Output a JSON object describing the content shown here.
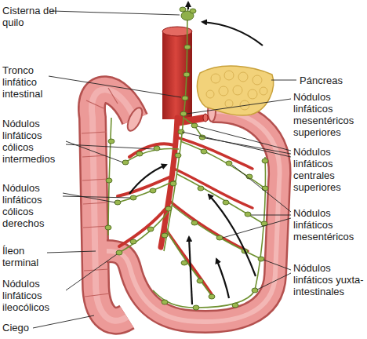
{
  "diagram": {
    "labels": [
      "Cisterna del quilo",
      "Tronco linfático intestinal",
      "Páncreas",
      "Nódulos linfáticos mesentéricos superiores",
      "Nódulos linfáticos cólicos intermedios",
      "Nódulos linfáticos centrales superiores",
      "Nódulos linfáticos cólicos derechos",
      "Nódulos linfáticos mesentéricos",
      "Íleon terminal",
      "Nódulos linfáticos yuxta- intestinales",
      "Nódulos linfáticos ileocólicos",
      "Ciego"
    ]
  }
}
